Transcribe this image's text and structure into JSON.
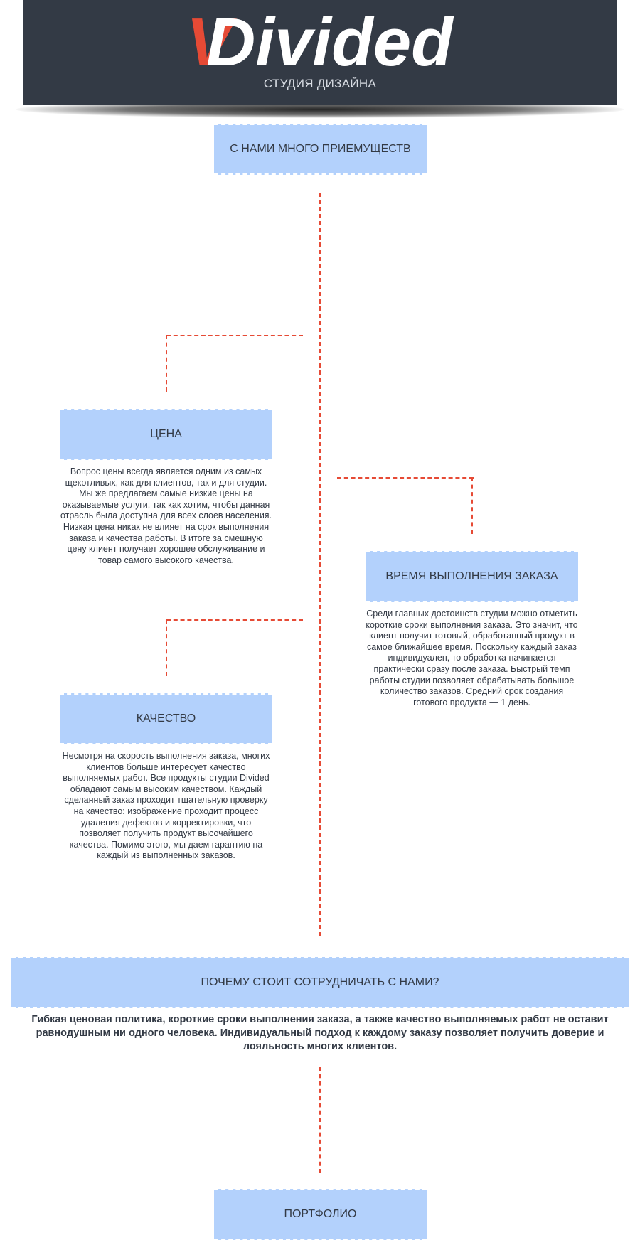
{
  "header": {
    "logo_mark": "V",
    "logo_text": "Divided",
    "subtitle": "СТУДИЯ ДИЗАЙНА"
  },
  "advantages": {
    "title": "С НАМИ МНОГО ПРИЕМУЩЕСТВ"
  },
  "price": {
    "title": "ЦЕНА",
    "text": "Вопрос цены всегда является одним из самых щекотливых, как для клиентов, так и для студии. Мы же предлагаем самые низкие цены на оказываемые услуги, так как хотим, чтобы данная отрасль была доступна для всех слоев населения. Низкая цена никак не влияет на срок выполнения заказа и качества работы. В итоге за смешную цену клиент получает хорошее обслуживание и товар самого высокого качества."
  },
  "time": {
    "title": "ВРЕМЯ ВЫПОЛНЕНИЯ ЗАКАЗА",
    "text": "Среди главных достоинств студии можно отметить короткие сроки выполнения заказа. Это значит, что клиент получит готовый, обработанный продукт в самое ближайшее время. Поскольку каждый заказ индивидуален, то обработка начинается практически сразу после заказа. Быстрый темп работы студии позволяет обрабатывать большое количество заказов. Средний срок создания готового продукта — 1 день."
  },
  "quality": {
    "title": "КАЧЕСТВО",
    "text": "Несмотря на скорость выполнения заказа, многих клиентов больше интересует качество выполняемых работ. Все продукты студии Divided обладают самым высоким качеством. Каждый сделанный заказ проходит тщательную проверку на качество: изображение проходит процесс удаления дефектов и корректировки, что позволяет получить продукт высочайшего качества. Помимо этого, мы даем гарантию на каждый из выполненных заказов."
  },
  "why": {
    "title": "ПОЧЕМУ СТОИТ СОТРУДНИЧАТЬ С НАМИ?",
    "text": "Гибкая ценовая политика, короткие сроки выполнения заказа, а также качество выполняемых работ не оставит равнодушным ни одного человека. Индивидуальный подход к каждому заказу позволяет получить доверие и лояльность многих клиентов."
  },
  "portfolio": {
    "title": "ПОРТФОЛИО"
  },
  "colors": {
    "header_bg": "#333a45",
    "accent": "#e64a35",
    "box_bg": "#b3d1fc",
    "text": "#333a45"
  }
}
